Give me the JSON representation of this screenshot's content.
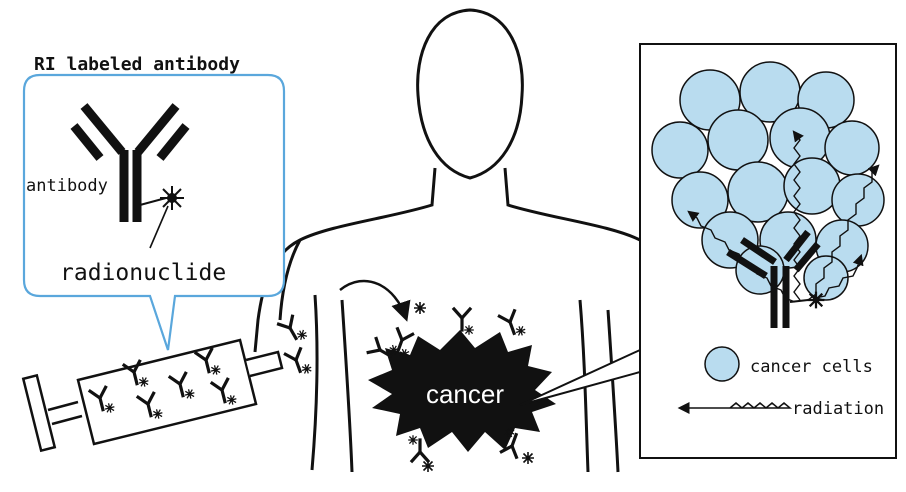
{
  "labels": {
    "ri_labeled_antibody": "RI labeled antibody",
    "antibody": "antibody",
    "radionuclide": "radionuclide",
    "cancer": "cancer",
    "cancer_cells": "cancer cells",
    "radiation": "radiation"
  },
  "colors": {
    "outline": "#111111",
    "callout_border": "#5aa7dc",
    "cell_fill": "#b9dcef",
    "tumor_fill": "#111111",
    "tumor_text": "#ffffff"
  }
}
